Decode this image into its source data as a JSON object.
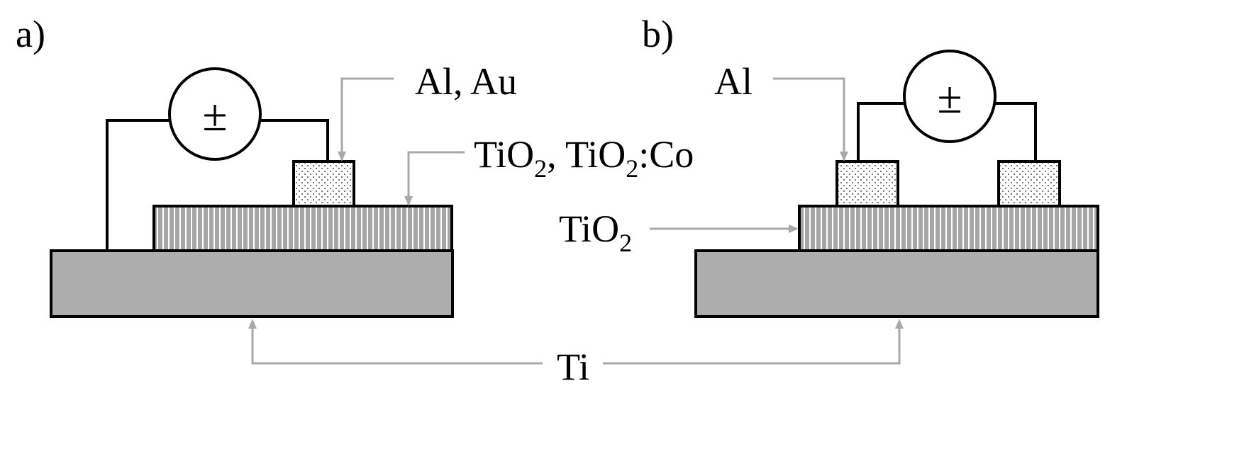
{
  "panel_a": {
    "label": "a)",
    "power_source_symbol": "±",
    "electrode_label": "Al, Au",
    "oxide_label": {
      "part1": "TiO",
      "sub1": "2",
      "part2": ", TiO",
      "sub2": "2",
      "part3": ":Co"
    }
  },
  "panel_b": {
    "label": "b)",
    "power_source_symbol": "±",
    "electrode_label": "Al",
    "oxide_label": {
      "part1": "TiO",
      "sub1": "2"
    }
  },
  "substrate_label": "Ti",
  "colors": {
    "substrate_fill": "#adadad",
    "oxide_fill": "#a6a6a6",
    "oxide_stripe": "#ffffff",
    "contact_fill": "#ffffff",
    "contact_dots": "#555555",
    "wire": "#000000",
    "pointer": "#a8a8a8"
  }
}
